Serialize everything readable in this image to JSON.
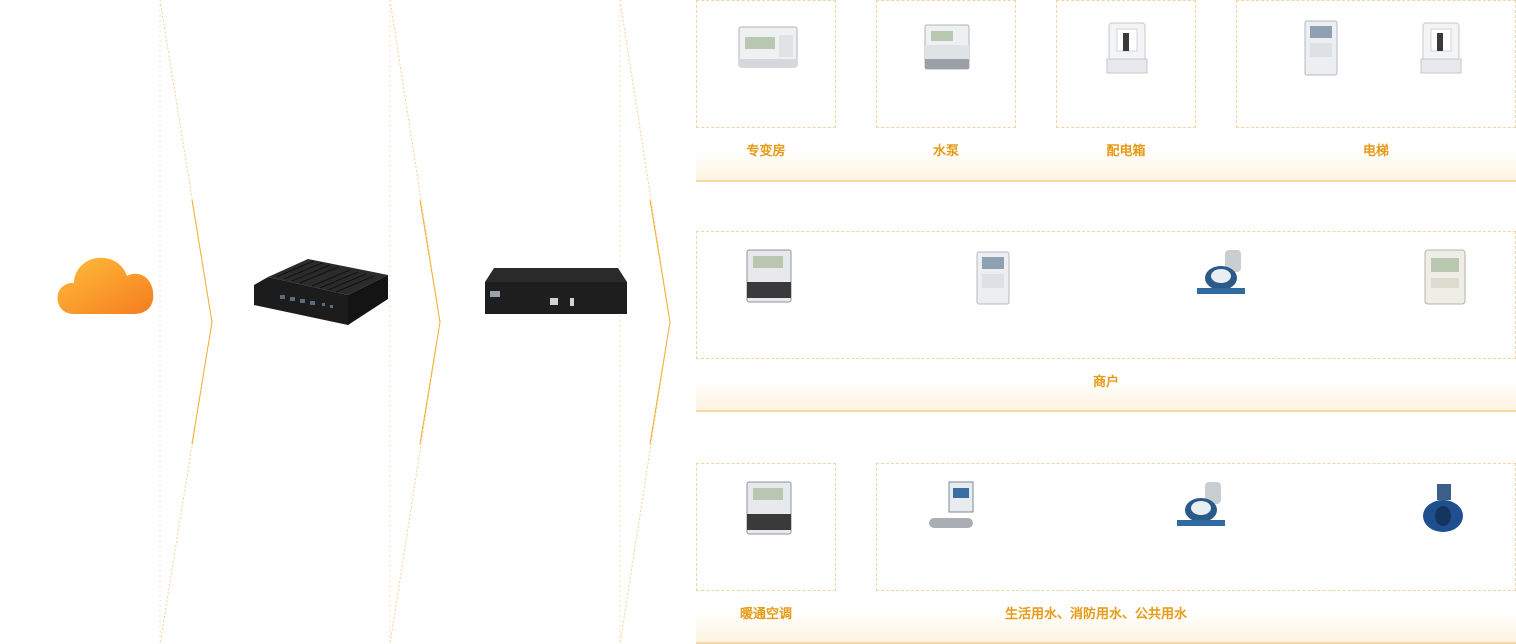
{
  "diagram": {
    "colors": {
      "accent": "#e79a17",
      "chevron": "#f0b030",
      "dashed": "#f1d79f",
      "band": "#fff4e0"
    },
    "flow": [
      {
        "name": "cloud-icon"
      },
      {
        "name": "industrial-pc"
      },
      {
        "name": "gateway-box"
      }
    ],
    "row1": {
      "labels": {
        "transformer": "专变房",
        "pump": "水泵",
        "distribution": "配电箱",
        "elevator": "电梯"
      }
    },
    "row2": {
      "label": "商户"
    },
    "row3": {
      "labels": {
        "hvac": "暖通空调",
        "water": "生活用水、消防用水、公共用水"
      }
    }
  }
}
